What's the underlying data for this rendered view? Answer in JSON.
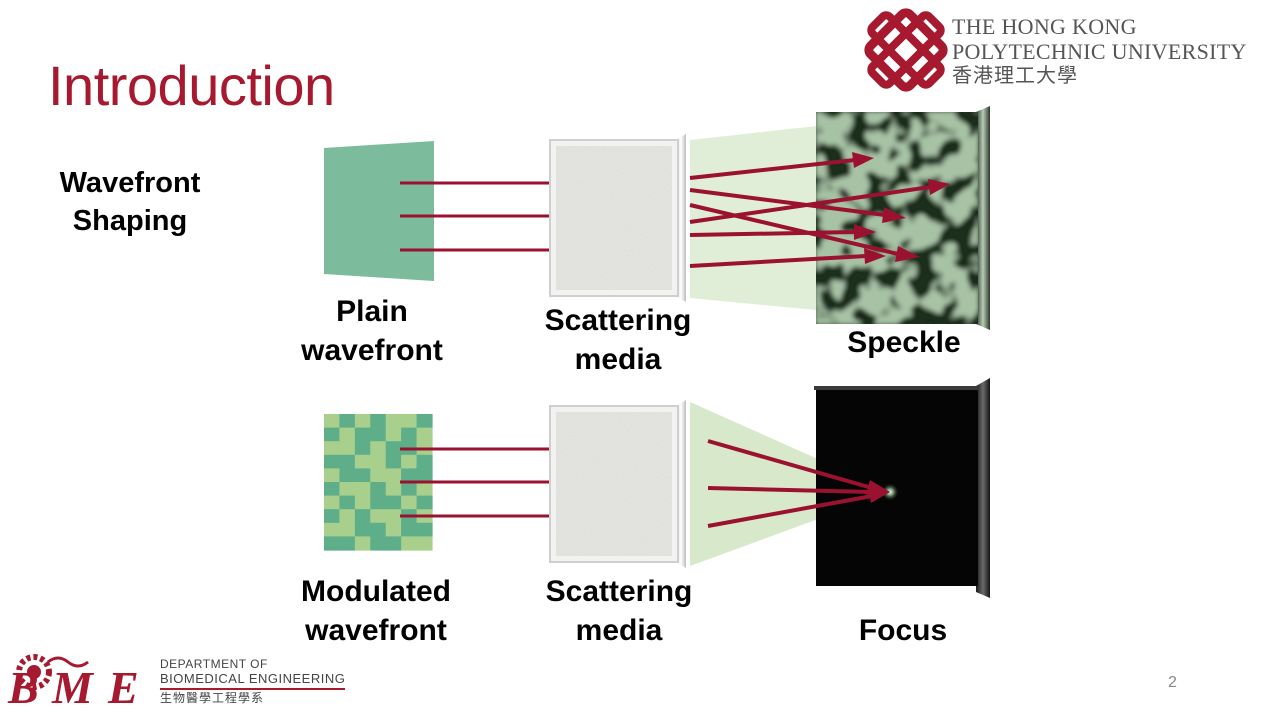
{
  "slide": {
    "title": "Introduction",
    "topic_line1": "Wavefront",
    "topic_line2": "Shaping",
    "page_number": "2"
  },
  "university": {
    "name_line1": "THE HONG KONG",
    "name_line2": "POLYTECHNIC UNIVERSITY",
    "name_zh": "香港理工大學"
  },
  "department": {
    "line1": "DEPARTMENT OF",
    "line2": "BIOMEDICAL ENGINEERING",
    "line3_zh": "生物醫學工程學系"
  },
  "top_row": {
    "plain_line1": "Plain",
    "plain_line2": "wavefront",
    "scatter_line1": "Scattering",
    "scatter_line2": "media",
    "result": "Speckle"
  },
  "bottom_row": {
    "mod_line1": "Modulated",
    "mod_line2": "wavefront",
    "scatter_line1": "Scattering",
    "scatter_line2": "media",
    "result": "Focus"
  },
  "colors": {
    "brand_red": "#a6192e",
    "arrow_red": "#9b1230",
    "plain_green": "#7dbb9d",
    "light_green": "#a9cf8c"
  }
}
